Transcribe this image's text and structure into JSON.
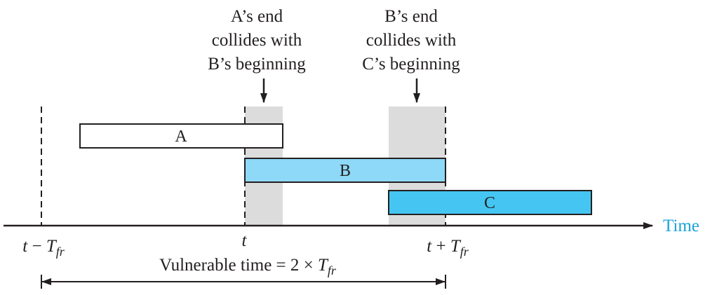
{
  "annotations": {
    "a_end": [
      "A’s end",
      "collides with",
      "B’s beginning"
    ],
    "b_end": [
      "B’s end",
      "collides with",
      "C’s beginning"
    ]
  },
  "frames": {
    "a": {
      "label": "A",
      "color": "#ffffff"
    },
    "b": {
      "label": "B",
      "color": "#8ed8f8"
    },
    "c": {
      "label": "C",
      "color": "#45c6f2"
    }
  },
  "axis": {
    "label": "Time",
    "label_color": "#1ba3d6",
    "ticks": {
      "minus": {
        "var": "t",
        "op": " − ",
        "T": "T",
        "sub": "fr"
      },
      "center": "t",
      "plus": {
        "var": "t",
        "op": " + ",
        "T": "T",
        "sub": "fr"
      }
    }
  },
  "vulnerable": {
    "prefix": "Vulnerable time = 2 × ",
    "T": "T",
    "sub": "fr"
  },
  "colors": {
    "collision_zone": "#dcdcdd",
    "ink": "#231f20"
  }
}
